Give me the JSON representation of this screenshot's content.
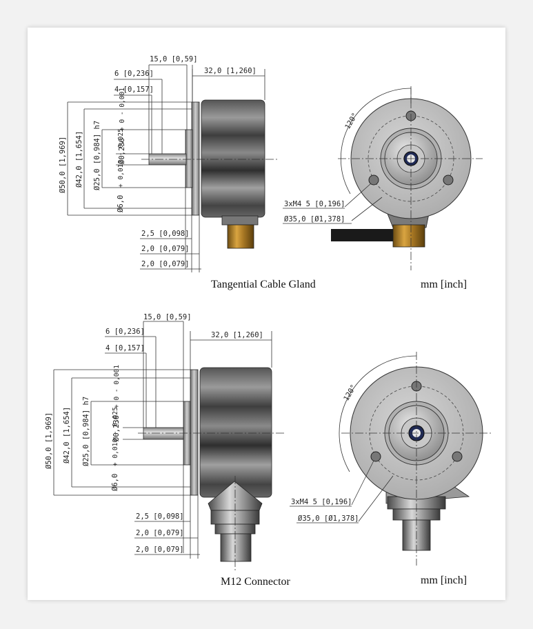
{
  "top": {
    "caption": "Tangential Cable Gland",
    "unit_caption": "mm [inch]",
    "dims": {
      "shaft_15": "15,0 [0,59]",
      "d6": "6 [0,236]",
      "d4": "4 [0,157]",
      "len32": "32,0 [1,260]",
      "dia50": "Ø50,0 [1,969]",
      "dia42": "Ø42,0 [1,654]",
      "dia25": "Ø25,0 [0,984] h7",
      "dia6": "Ø6,0",
      "tol6": "+ 0,010 - 0,025",
      "dia0236": "Ø0,236",
      "tol0236": "+ 0 - 0,001",
      "d25": "2,5 [0,098]",
      "d20a": "2,0 [0,079]",
      "d20b": "2,0 [0,079]",
      "angle": "120°",
      "thread": "3xM4  5 [0,196]",
      "bolt_circle": "Ø35,0 [Ø1,378]"
    }
  },
  "bottom": {
    "caption": "M12 Connector",
    "unit_caption": "mm [inch]",
    "dims": {
      "shaft_15": "15,0 [0,59]",
      "d6": "6 [0,236]",
      "d4": "4 [0,157]",
      "len32": "32,0 [1,260]",
      "dia50": "Ø50,0 [1,969]",
      "dia42": "Ø42,0 [1,654]",
      "dia25": "Ø25,0 [0,984] h7",
      "dia6": "Ø6,0",
      "tol6": "+ 0,010 - 0,025",
      "dia0236": "Ø0,236",
      "tol0236": "+ 0 - 0,001",
      "d25": "2,5 [0,098]",
      "d20a": "2,0 [0,079]",
      "d20b": "2,0 [0,079]",
      "angle": "120°",
      "thread": "3xM4  5 [0,196]",
      "bolt_circle": "Ø35,0 [Ø1,378]"
    }
  },
  "colors": {
    "body_dark": "#3a3a3a",
    "body_light": "#b8b8b8",
    "brass": "#b8862a",
    "cable": "#1a1a1a",
    "face": "#c8c8c8"
  }
}
